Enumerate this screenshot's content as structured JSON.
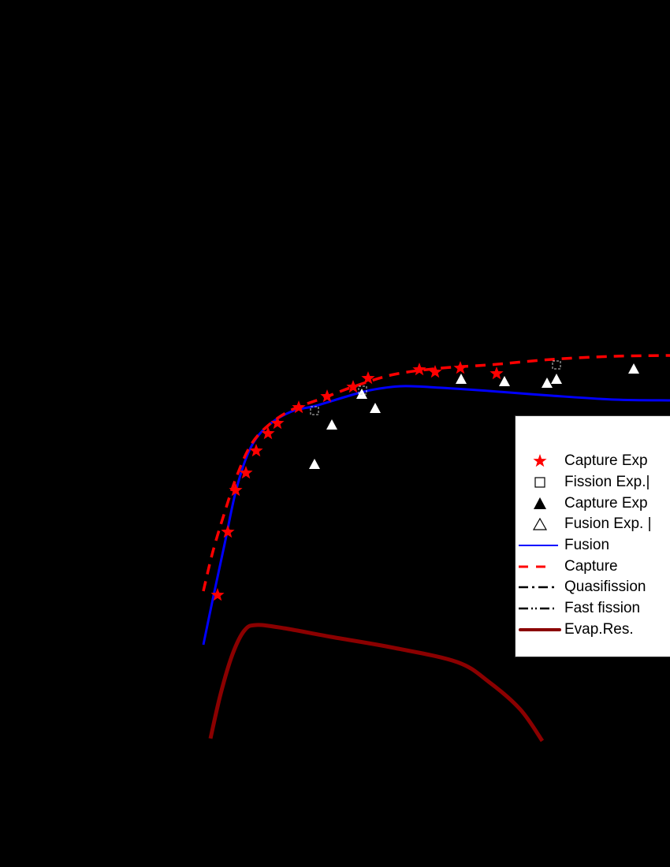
{
  "chart_data": {
    "type": "line",
    "title": "",
    "xlabel": "",
    "ylabel": "",
    "background": "#000000",
    "axes_visible": false,
    "legend_position": "right-middle",
    "legend": [
      {
        "label": "Capture Exp",
        "marker": "star",
        "color": "#ff0000"
      },
      {
        "label": "Fission Exp.|",
        "marker": "open-square",
        "color": "#000000"
      },
      {
        "label": "Capture Exp",
        "marker": "filled-triangle",
        "color": "#000000"
      },
      {
        "label": "Fusion Exp. |",
        "marker": "open-triangle",
        "color": "#000000"
      },
      {
        "label": "Fusion",
        "line": "solid",
        "color": "#0000ff"
      },
      {
        "label": "Capture",
        "line": "dashed",
        "color": "#ff0000"
      },
      {
        "label": "Quasifission",
        "line": "dash-dot",
        "color": "#000000"
      },
      {
        "label": "Fast fission",
        "line": "dash-dot-dot",
        "color": "#000000"
      },
      {
        "label": "Evap.Res.",
        "line": "solid-thick",
        "color": "#8b0000"
      }
    ],
    "series_pixels": {
      "fusion": [
        [
          258,
          818
        ],
        [
          270,
          760
        ],
        [
          285,
          690
        ],
        [
          300,
          620
        ],
        [
          318,
          568
        ],
        [
          340,
          540
        ],
        [
          370,
          522
        ],
        [
          400,
          515
        ],
        [
          440,
          503
        ],
        [
          470,
          495
        ],
        [
          510,
          490
        ],
        [
          560,
          492
        ],
        [
          620,
          496
        ],
        [
          700,
          502
        ],
        [
          780,
          507
        ],
        [
          850,
          508
        ]
      ],
      "capture": [
        [
          258,
          750
        ],
        [
          270,
          700
        ],
        [
          285,
          650
        ],
        [
          300,
          605
        ],
        [
          318,
          565
        ],
        [
          340,
          540
        ],
        [
          370,
          520
        ],
        [
          410,
          505
        ],
        [
          450,
          490
        ],
        [
          500,
          475
        ],
        [
          560,
          467
        ],
        [
          620,
          463
        ],
        [
          700,
          456
        ],
        [
          780,
          452
        ],
        [
          850,
          451
        ]
      ],
      "evap_res": [
        [
          267,
          937
        ],
        [
          280,
          880
        ],
        [
          295,
          830
        ],
        [
          310,
          800
        ],
        [
          325,
          793
        ],
        [
          360,
          797
        ],
        [
          420,
          808
        ],
        [
          500,
          822
        ],
        [
          580,
          840
        ],
        [
          620,
          865
        ],
        [
          660,
          900
        ],
        [
          688,
          940
        ]
      ]
    },
    "points_pixels": {
      "capture_exp_stars": [
        [
          276,
          755
        ],
        [
          289,
          675
        ],
        [
          299,
          622
        ],
        [
          312,
          600
        ],
        [
          325,
          572
        ],
        [
          340,
          550
        ],
        [
          352,
          537
        ],
        [
          379,
          517
        ],
        [
          415,
          503
        ],
        [
          448,
          491
        ],
        [
          467,
          480
        ],
        [
          532,
          469
        ],
        [
          552,
          472
        ],
        [
          584,
          467
        ],
        [
          630,
          474
        ]
      ],
      "fission_exp_squares": [
        [
          399,
          521
        ],
        [
          460,
          495
        ],
        [
          706,
          463
        ]
      ],
      "fusion_exp_triangles": [
        [
          399,
          589
        ],
        [
          421,
          539
        ],
        [
          459,
          500
        ],
        [
          476,
          518
        ],
        [
          585,
          481
        ],
        [
          640,
          484
        ],
        [
          694,
          486
        ],
        [
          706,
          481
        ],
        [
          804,
          468
        ]
      ]
    }
  },
  "legend": {
    "items": [
      {
        "label": "Capture Exp"
      },
      {
        "label": "Fission Exp.|"
      },
      {
        "label": "Capture Exp"
      },
      {
        "label": "Fusion Exp. |"
      },
      {
        "label": "Fusion"
      },
      {
        "label": "Capture"
      },
      {
        "label": "Quasifission"
      },
      {
        "label": "Fast fission"
      },
      {
        "label": "Evap.Res."
      }
    ]
  },
  "colors": {
    "fusion": "#0000ff",
    "capture": "#ff0000",
    "evap_res": "#8b0000",
    "markers_open": "#ffffff"
  }
}
